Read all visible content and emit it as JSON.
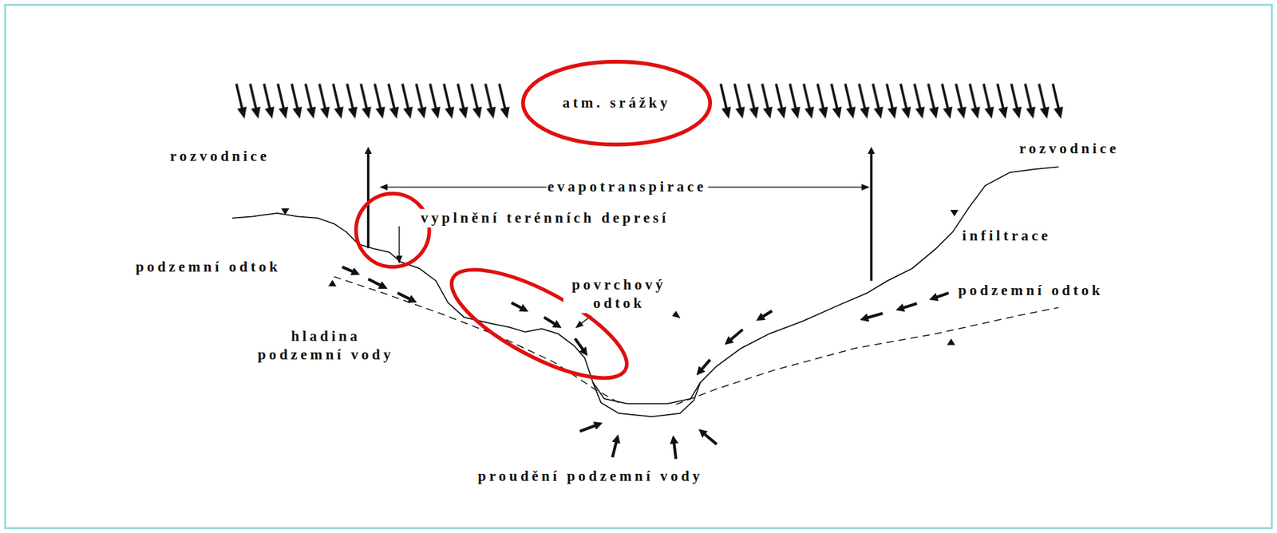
{
  "diagram": {
    "nodes": [
      {
        "text": [
          "atm. srážky"
        ]
      }
    ],
    "labels": [
      "rozvodnice",
      "evapotranspirace",
      "rozvodnice",
      "vyplnění terénních depresí",
      "infiltrace",
      "podzemní odtok",
      "povrchový odtok",
      "podzemní odtok",
      "hladina podzemní vody",
      "proudění podzemní vody"
    ]
  }
}
